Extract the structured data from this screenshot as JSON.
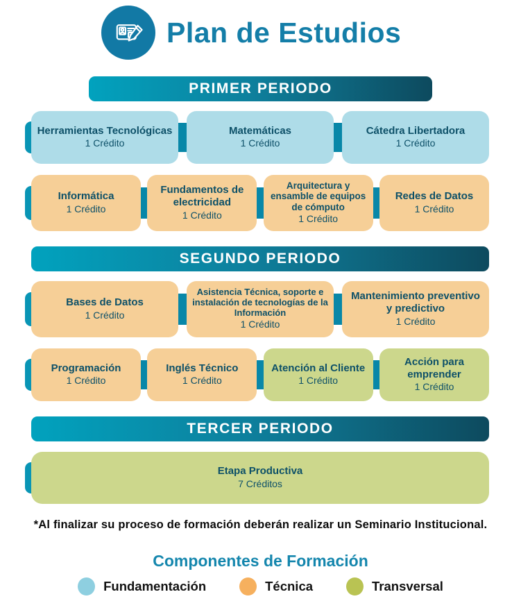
{
  "header": {
    "title": "Plan de Estudios",
    "icon": "id-card-pencil-icon"
  },
  "colors": {
    "accent_teal": "#147ea8",
    "banner_gradient_start": "#01a2be",
    "banner_gradient_end": "#0d4a5e",
    "card_fundamentacion": "#aedce8",
    "card_tecnica": "#f6cf97",
    "card_transversal": "#ccd78c",
    "card_text": "#0d5068",
    "connector": "#0887a8",
    "tab_left": "#0995b5",
    "tab_right": "#0d4a5e",
    "legend_fundamentacion": "#8ecfe0",
    "legend_tecnica": "#f6b05e",
    "legend_transversal": "#b9c353"
  },
  "periods": [
    {
      "name": "PRIMER PERIODO",
      "rows": [
        {
          "cards": [
            {
              "title": "Herramientas Tecnológicas",
              "credits": "1 Crédito",
              "component": "Fundamentación"
            },
            {
              "title": "Matemáticas",
              "credits": "1 Crédito",
              "component": "Fundamentación"
            },
            {
              "title": "Cátedra Libertadora",
              "credits": "1 Crédito",
              "component": "Fundamentación"
            }
          ]
        },
        {
          "cards": [
            {
              "title": "Informática",
              "credits": "1 Crédito",
              "component": "Técnica"
            },
            {
              "title": "Fundamentos de electricidad",
              "credits": "1 Crédito",
              "component": "Técnica"
            },
            {
              "title": "Arquitectura y ensamble de equipos de cómputo",
              "credits": "1 Crédito",
              "component": "Técnica"
            },
            {
              "title": "Redes de Datos",
              "credits": "1 Crédito",
              "component": "Técnica"
            }
          ]
        }
      ]
    },
    {
      "name": "SEGUNDO PERIODO",
      "rows": [
        {
          "cards": [
            {
              "title": "Bases de Datos",
              "credits": "1 Crédito",
              "component": "Técnica"
            },
            {
              "title": "Asistencia Técnica, soporte e instalación de tecnologías de la Información",
              "credits": "1 Crédito",
              "component": "Técnica"
            },
            {
              "title": "Mantenimiento preventivo y predictivo",
              "credits": "1 Crédito",
              "component": "Técnica"
            }
          ]
        },
        {
          "cards": [
            {
              "title": "Programación",
              "credits": "1 Crédito",
              "component": "Técnica"
            },
            {
              "title": "Inglés Técnico",
              "credits": "1 Crédito",
              "component": "Técnica"
            },
            {
              "title": "Atención al Cliente",
              "credits": "1 Crédito",
              "component": "Transversal"
            },
            {
              "title": "Acción para emprender",
              "credits": "1 Crédito",
              "component": "Transversal"
            }
          ]
        }
      ]
    },
    {
      "name": "TERCER PERIODO",
      "rows": [
        {
          "cards": [
            {
              "title": "Etapa Productiva",
              "credits": "7 Créditos",
              "component": "Transversal"
            }
          ]
        }
      ]
    }
  ],
  "footnote": "*Al finalizar su proceso de formación deberán realizar un Seminario Institucional.",
  "legend": {
    "title": "Componentes de Formación",
    "items": [
      {
        "label": "Fundamentación",
        "color": "#8ecfe0"
      },
      {
        "label": "Técnica",
        "color": "#f6b05e"
      },
      {
        "label": "Transversal",
        "color": "#b9c353"
      }
    ]
  }
}
